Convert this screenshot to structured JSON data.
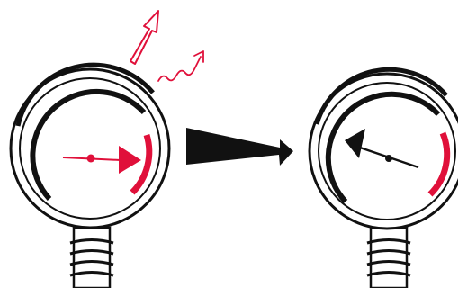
{
  "colors": {
    "ink": "#111111",
    "accent": "#e0103a",
    "background": "#ffffff"
  },
  "gauges": [
    {
      "id": "before",
      "needle": "red",
      "reading": "high"
    },
    {
      "id": "after",
      "needle": "black",
      "reading": "low"
    }
  ],
  "icons": [
    "upward-arrow-icon",
    "wavy-arrow-icon",
    "transition-arrow-icon"
  ]
}
